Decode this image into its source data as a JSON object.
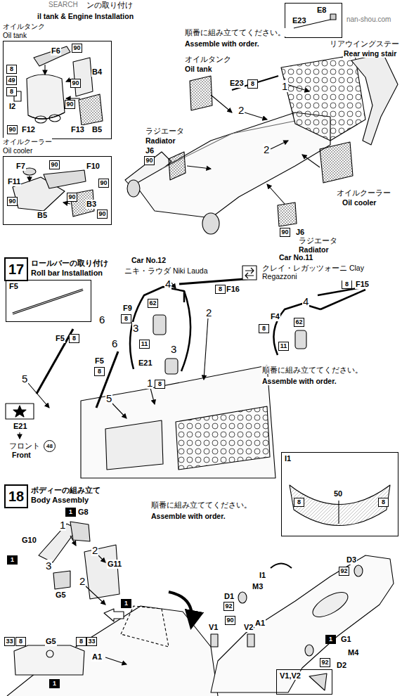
{
  "diagram": {
    "nodes": [
      {
        "text": [
          "オイルタンク Oil tank"
        ]
      },
      {
        "text": [
          "8"
        ],
        "in": 0
      },
      {
        "text": [
          "49"
        ],
        "in": 0
      },
      {
        "text": [
          "8"
        ],
        "in": 0
      },
      {
        "text": [
          "90"
        ],
        "in": 0
      },
      {
        "text": [
          "90"
        ],
        "in": 0
      },
      {
        "text": [
          "90"
        ],
        "in": 0
      },
      {
        "text": [
          "90"
        ],
        "in": 0
      },
      {
        "text": [
          "オイルクーラー Oil cooler"
        ]
      },
      {
        "text": [
          "90"
        ],
        "in": 8
      },
      {
        "text": [
          "90"
        ],
        "in": 8
      },
      {
        "text": [
          "90"
        ],
        "in": 8
      },
      {
        "text": [
          "90"
        ],
        "in": 8
      },
      {
        "text": [
          "90"
        ],
        "in": 8
      },
      {
        "text": [
          "E8",
          "E23"
        ]
      },
      {
        "text": [
          "8"
        ]
      },
      {
        "text": [
          "90"
        ]
      },
      {
        "text": [
          "90"
        ]
      },
      {
        "text": [
          "17",
          "ロールバーの取り付け Roll bar Installation"
        ]
      },
      {
        "text": [
          "F5"
        ]
      },
      {
        "text": [
          "8"
        ]
      },
      {
        "text": [
          "8"
        ]
      },
      {
        "text": [
          "62"
        ]
      },
      {
        "text": [
          "8"
        ]
      },
      {
        "text": [
          "8"
        ]
      },
      {
        "text": [
          "11"
        ]
      },
      {
        "text": [
          "8"
        ]
      },
      {
        "text": [
          "48"
        ]
      },
      {
        "text": [
          "8"
        ]
      },
      {
        "text": [
          "8"
        ]
      },
      {
        "text": [
          "62"
        ]
      },
      {
        "text": [
          "11"
        ]
      },
      {
        "text": [
          "18",
          "ボディーの組み立て Body Assembly"
        ]
      },
      {
        "text": [
          "1"
        ]
      },
      {
        "text": [
          "1"
        ]
      },
      {
        "text": [
          "1"
        ]
      },
      {
        "text": [
          "33"
        ]
      },
      {
        "text": [
          "8"
        ]
      },
      {
        "text": [
          "8"
        ]
      },
      {
        "text": [
          "33"
        ]
      },
      {
        "text": [
          "1"
        ]
      },
      {
        "text": [
          "I1"
        ]
      },
      {
        "text": [
          "8"
        ],
        "in": 41
      },
      {
        "text": [
          "8"
        ],
        "in": 41
      },
      {
        "text": [
          "92"
        ]
      },
      {
        "text": [
          "92"
        ]
      },
      {
        "text": [
          "1"
        ]
      },
      {
        "text": [
          "92"
        ]
      },
      {
        "text": [
          "90"
        ]
      },
      {
        "text": [
          "V1,V2"
        ]
      }
    ],
    "labels": [
      "SEARCH",
      "ンの取り付け",
      "il tank & Engine Installation",
      "nan-shou.com",
      "F6",
      "B4",
      "I2",
      "F12",
      "F13",
      "B5",
      "F7",
      "F10",
      "F11",
      "B3",
      "B5",
      "順番に組み立ててください。",
      "Assemble with order.",
      "リアウイングステー",
      "Rear wing stair",
      "オイルタンク",
      "Oil tank",
      "E23",
      "1",
      "2",
      "2",
      "ラジエータ",
      "Radiator",
      "J6",
      "オイルクーラー",
      "Oil cooler",
      "J6",
      "ラジエータ",
      "Radiator",
      "Car No.12",
      "ニキ・ラウダ  Niki Lauda",
      "Car No.11",
      "クレイ・レガッツォーニ  Clay Regazzoni",
      "4",
      "F16",
      "F9",
      "2",
      "6",
      "3",
      "F5",
      "6",
      "3",
      "F5",
      "E21",
      "1",
      "5",
      "5",
      "E21",
      "フロント",
      "Front",
      "F15",
      "4",
      "F4",
      "順番に組み立ててください。",
      "Assemble with order.",
      "順番に組み立ててください。",
      "Assemble with order.",
      "G8",
      "1",
      "G10",
      "2",
      "G11",
      "3",
      "2",
      "G5",
      "G5",
      "A1",
      "50",
      "D3",
      "I1",
      "M3",
      "D1",
      "A1",
      "G1",
      "M4",
      "D2",
      "V1",
      "V2"
    ]
  }
}
